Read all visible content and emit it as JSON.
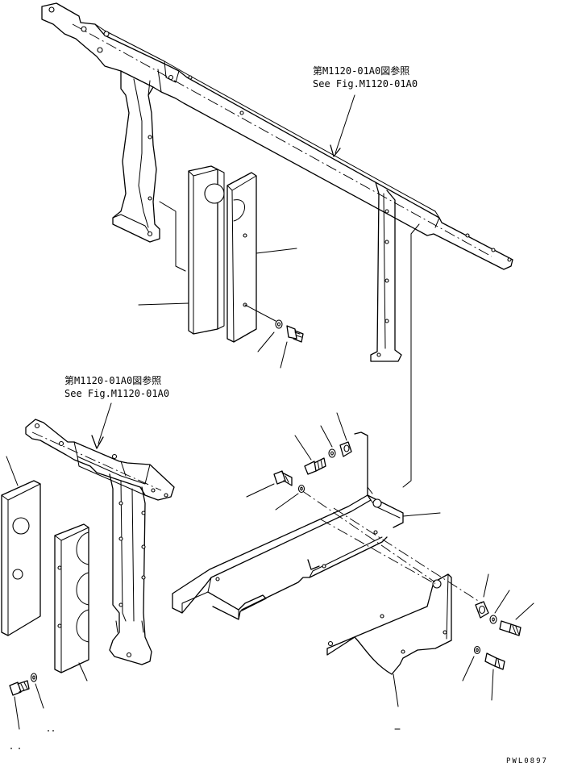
{
  "references": {
    "upper": {
      "line1": "第M1120-01A0図参照",
      "line2": "See Fig.M1120-01A0"
    },
    "lower": {
      "line1": "第M1120-01A0図参照",
      "line2": "See Fig.M1120-01A0"
    }
  },
  "drawing_code": "PWL0897",
  "colors": {
    "line": "#000000",
    "background": "#ffffff"
  }
}
